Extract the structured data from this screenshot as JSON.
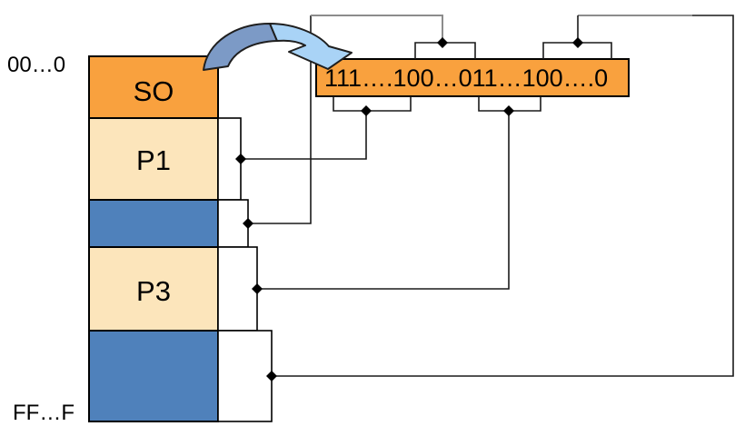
{
  "diagram": {
    "address_top": "00…0",
    "address_bottom": "FF…F",
    "bitmap_bits": "111….100…011…100….0",
    "segments": [
      {
        "label": "SO"
      },
      {
        "label": "P1"
      },
      {
        "label": ""
      },
      {
        "label": "P3"
      },
      {
        "label": ""
      }
    ]
  },
  "colors": {
    "os_orange": "#F9A13E",
    "process_cream": "#FCE5BB",
    "allocated_blue": "#4F81BB",
    "bracket_white": "#FFFFFF",
    "arrow_dark_blue": "#7C9AC6",
    "arrow_light_blue": "#A9D3F6",
    "line_black": "#1A1A1A",
    "line_gray": "#8C8C8C"
  }
}
